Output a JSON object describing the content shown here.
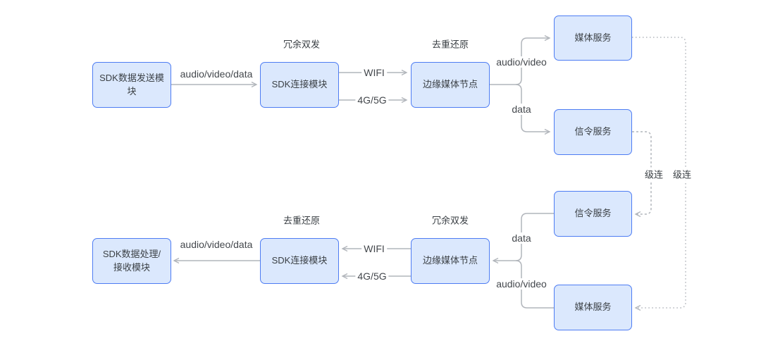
{
  "diagram": {
    "title_semantic": "sdk-media-transmission-flow",
    "colors": {
      "node_fill": "#dbe8fd",
      "node_border": "#4d7cf3",
      "connector": "#b1b5bb",
      "text": "#3b4045",
      "background": "#ffffff"
    },
    "nodes": {
      "sdk_sender": "SDK数据发送模块",
      "sdk_connect_top": "SDK连接模块",
      "edge_media_node_top": "边缘媒体节点",
      "media_service_top": "媒体服务",
      "signal_service_top": "信令服务",
      "sdk_receiver": "SDK数据处理/接收模块",
      "sdk_connect_bottom": "SDK连接模块",
      "edge_media_node_bottom": "边缘媒体节点",
      "signal_service_bottom": "信令服务",
      "media_service_bottom": "媒体服务"
    },
    "labels": {
      "redundant_dual_send": "冗余双发",
      "dedup_restore": "去重还原",
      "audio_video_data": "audio/video/data",
      "wifi": "WIFI",
      "cellular": "4G/5G",
      "audio_video": "audio/video",
      "data": "data",
      "cascade": "级连"
    }
  }
}
